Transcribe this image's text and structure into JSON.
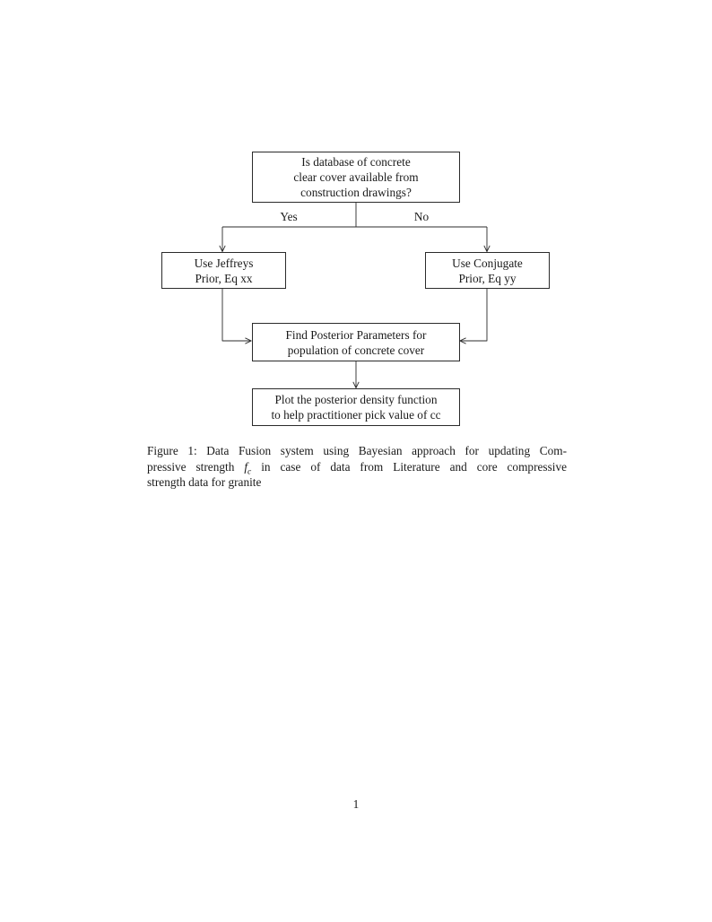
{
  "page": {
    "background": "#ffffff",
    "text_color": "#1a1a1a",
    "line_color": "#2b2b2b",
    "number": "1"
  },
  "flowchart": {
    "nodes": {
      "question": {
        "lines": [
          "Is database of concrete",
          "clear cover available from",
          "construction drawings?"
        ]
      },
      "jeffreys": {
        "lines": [
          "Use Jeffreys",
          "Prior, Eq xx"
        ]
      },
      "conjugate": {
        "lines": [
          "Use Conjugate",
          "Prior, Eq yy"
        ]
      },
      "posterior": {
        "lines": [
          "Find Posterior Parameters for",
          "population of concrete cover"
        ]
      },
      "plot": {
        "lines": [
          "Plot the posterior density function",
          "to help practitioner pick value of cc"
        ]
      }
    },
    "labels": {
      "yes": "Yes",
      "no": "No"
    }
  },
  "caption": {
    "line1": "Figure 1: Data Fusion system using Bayesian approach for updating Com-",
    "line2": {
      "pre": "pressive strength",
      "math_var": "f",
      "math_sub": "c",
      "post": "in case of data from Literature and core compressive"
    },
    "line3": "strength data for granite"
  }
}
